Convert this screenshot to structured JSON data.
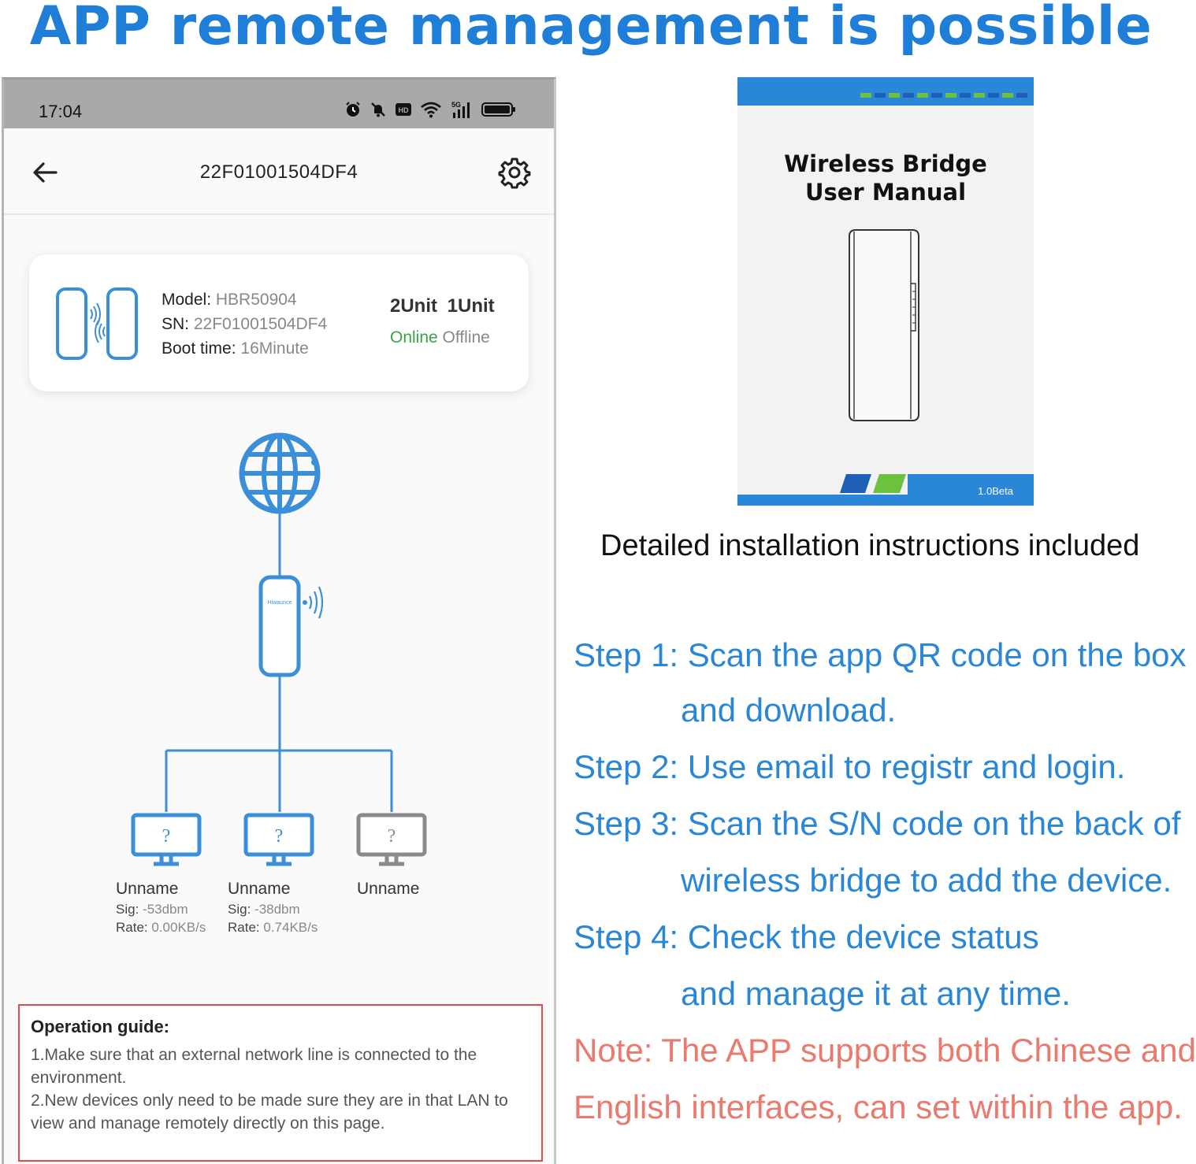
{
  "headline": "APP remote management is possible",
  "phone": {
    "status_bar": {
      "time": "17:04",
      "icons": [
        "alarm-icon",
        "mute-icon",
        "hd-icon",
        "wifi-icon",
        "signal-icon",
        "battery-icon"
      ],
      "network_label": "5G",
      "hd_label": "HD"
    },
    "app_bar": {
      "title": "22F01001504DF4",
      "back_icon": "arrow-left-icon",
      "settings_icon": "gear-icon"
    },
    "device_card": {
      "model_label": "Model:",
      "model_value": "HBR50904",
      "sn_label": "SN:",
      "sn_value": "22F01001504DF4",
      "boot_label": "Boot time:",
      "boot_value": "16Minute",
      "units": "2Unit 1Unit",
      "online": "Online",
      "offline": "Offline"
    },
    "topology": {
      "internet_icon": "globe-icon",
      "bridge_brand": "Hiwaunce",
      "clients": [
        {
          "name": "Unname",
          "sig_label": "Sig:",
          "sig": "-53dbm",
          "rate_label": "Rate:",
          "rate": "0.00KB/s",
          "state": "online"
        },
        {
          "name": "Unname",
          "sig_label": "Sig:",
          "sig": "-38dbm",
          "rate_label": "Rate:",
          "rate": "0.74KB/s",
          "state": "online"
        },
        {
          "name": "Unname",
          "state": "offline"
        }
      ],
      "unknown_mark": "?"
    },
    "guide": {
      "title": "Operation guide:",
      "items": [
        "1.Make sure that an external network line is connected to the environment.",
        "2.New devices only need to be made sure they are in that LAN to view and manage remotely directly on this page."
      ]
    }
  },
  "manual": {
    "title_line1": "Wireless Bridge",
    "title_line2": "User Manual",
    "version": "1.0Beta"
  },
  "caption": "Detailed installation instructions included",
  "steps": {
    "line1": "Step 1: Scan the app QR code on the box",
    "line2": "and download.",
    "line3": "Step 2: Use email to registr and login.",
    "line4": "Step 3: Scan the S/N code on the back of",
    "line5": "wireless bridge to add the device.",
    "line6": "Step 4: Check the device status",
    "line7": "and manage it at any time.",
    "note1": "Note: The APP supports both Chinese and",
    "note2": "English interfaces, can set within the app."
  },
  "colors": {
    "brand_blue": "#2a86d6",
    "headline_blue": "#1f7fd8",
    "online_green": "#3aa34a",
    "note_red": "#ea7a6e",
    "guide_border": "#e04b4b",
    "manual_green": "#6cc13f"
  }
}
